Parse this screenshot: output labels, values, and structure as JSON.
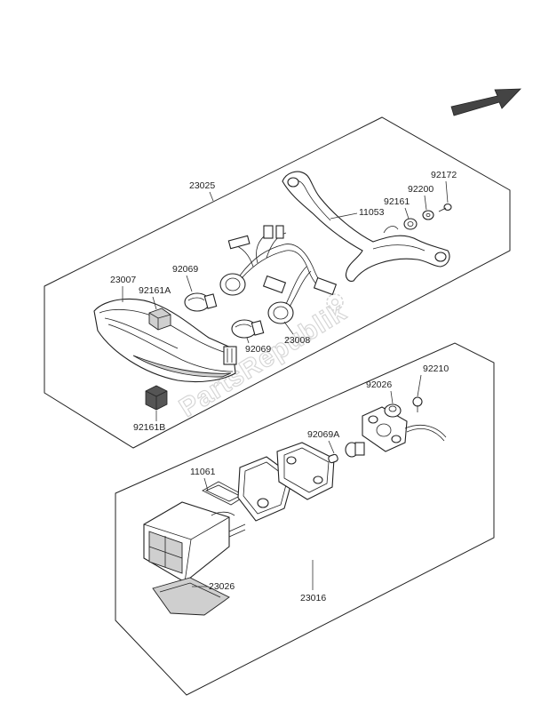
{
  "watermark": "PartsRepublik",
  "assemblies": {
    "upper": {
      "label": "23025"
    },
    "lower": {
      "label": "23016"
    }
  },
  "callouts": {
    "c_23007": "23007",
    "c_92161a": "92161A",
    "c_92069_top": "92069",
    "c_92069_bottom": "92069",
    "c_23008": "23008",
    "c_92161b": "92161B",
    "c_11053": "11053",
    "c_92161": "92161",
    "c_92200": "92200",
    "c_92172": "92172",
    "c_92210": "92210",
    "c_92026": "92026",
    "c_92069a": "92069A",
    "c_11061": "11061",
    "c_23026": "23026"
  },
  "icons": [
    "direction-arrow-icon",
    "gear-icon"
  ]
}
